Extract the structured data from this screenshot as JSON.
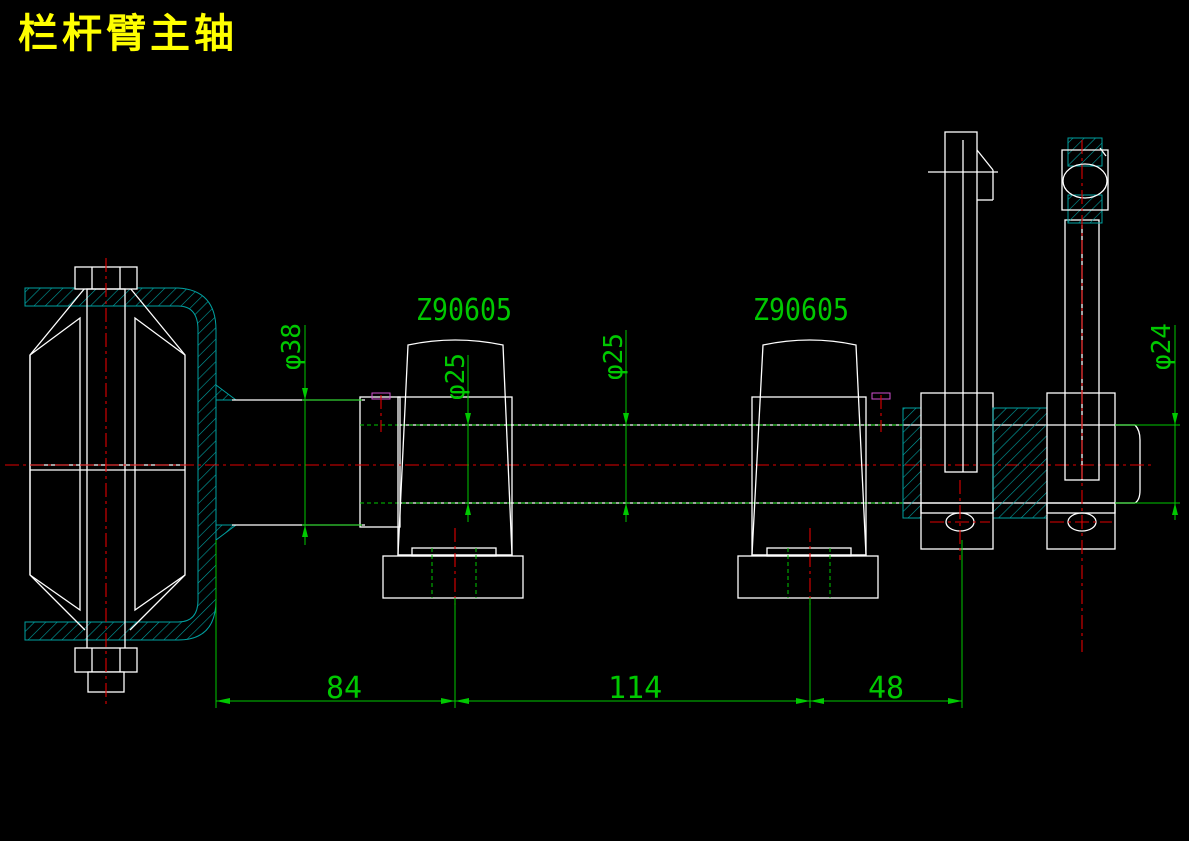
{
  "title": "栏杆臂主轴",
  "labels": {
    "part_left": "Z90605",
    "part_right": "Z90605",
    "dia_38": "φ38",
    "dia_25_a": "φ25",
    "dia_25_b": "φ25",
    "dia_24": "φ24",
    "dim_84": "84",
    "dim_114": "114",
    "dim_48": "48"
  },
  "colors": {
    "title": "#ffff00",
    "outline": "#ffffff",
    "centerline": "#e00000",
    "dimension": "#00c800",
    "hatch": "#00a0a0",
    "background": "#000000"
  }
}
